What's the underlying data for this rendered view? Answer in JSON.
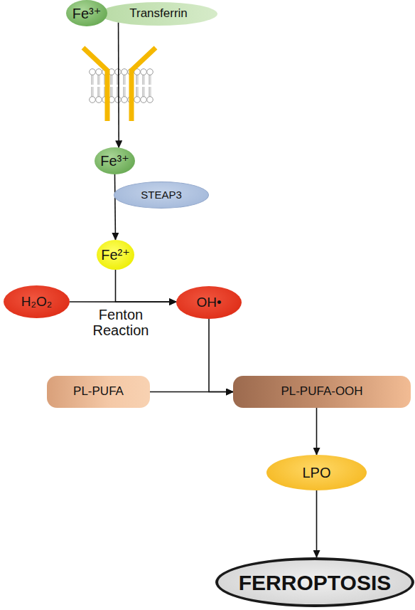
{
  "diagram": {
    "nodes": [
      {
        "text": [
          "Fe³⁺"
        ]
      },
      {
        "text": [
          "Transferrin"
        ]
      },
      {
        "text": [
          "Fe³⁺"
        ]
      },
      {
        "text": [
          "STEAP3"
        ]
      },
      {
        "text": [
          "Fe²⁺"
        ]
      },
      {
        "text": [
          "H₂O₂"
        ]
      },
      {
        "text": [
          "OH•"
        ]
      },
      {
        "text": [
          "PL-PUFA"
        ]
      },
      {
        "text": [
          "PL-PUFA-OOH"
        ]
      },
      {
        "text": [
          "LPO"
        ]
      },
      {
        "text": [
          "FERROPTOSIS"
        ]
      }
    ],
    "edges": [
      {
        "from": 1,
        "to": 2,
        "arrow": "to"
      },
      {
        "from": 2,
        "to": 4,
        "arrow": "to"
      },
      {
        "from": 4,
        "to": 6,
        "arrow": "to"
      },
      {
        "from": 5,
        "to": 6,
        "label": "Fenton Reaction",
        "arrow": "to"
      },
      {
        "from": 6,
        "to": 8,
        "arrow": "to"
      },
      {
        "from": 7,
        "to": 8,
        "arrow": "to"
      },
      {
        "from": 8,
        "to": 9,
        "arrow": "to"
      },
      {
        "from": 9,
        "to": 10,
        "arrow": "to"
      }
    ]
  }
}
